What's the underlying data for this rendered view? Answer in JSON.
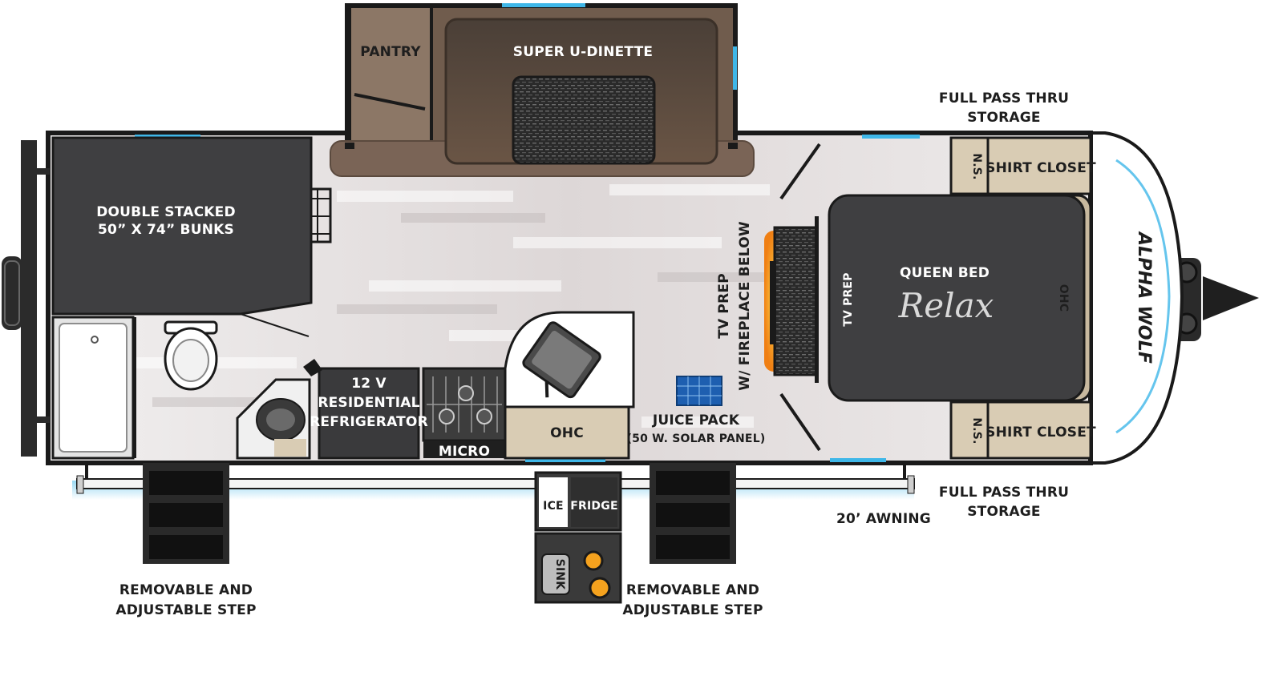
{
  "labels": {
    "pantry": "PANTRY",
    "dinette": "SUPER U-DINETTE",
    "bunks_line1": "DOUBLE STACKED",
    "bunks_line2": "50” X 74” BUNKS",
    "fridge_line1": "12 V",
    "fridge_line2": "RESIDENTIAL",
    "fridge_line3": "REFRIGERATOR",
    "micro": "MICRO",
    "ohc_kitchen": "OHC",
    "juice_pack": "JUICE PACK",
    "solar_panel": "(50 W. SOLAR PANEL)",
    "tv_prep_fireplace_line1": "TV PREP",
    "tv_prep_fireplace_line2": "W/ FIREPLACE BELOW",
    "tv_prep_bed": "TV PREP",
    "queen_bed": "QUEEN BED",
    "relax_logo": "Relax",
    "ohc_bed": "OHC",
    "ns_top": "N.S.",
    "ns_bottom": "N.S.",
    "shirt_closet_top": "SHIRT CLOSET",
    "shirt_closet_bottom": "SHIRT CLOSET",
    "storage_top_line1": "FULL PASS THRU",
    "storage_top_line2": "STORAGE",
    "storage_bottom_line1": "FULL PASS THRU",
    "storage_bottom_line2": "STORAGE",
    "awning": "20’ AWNING",
    "ice": "ICE",
    "outdoor_fridge": "FRIDGE",
    "sink": "SINK",
    "step_left_line1": "REMOVABLE AND",
    "step_left_line2": "ADJUSTABLE STEP",
    "step_right_line1": "REMOVABLE AND",
    "step_right_line2": "ADJUSTABLE STEP",
    "brand": "ALPHA WOLF"
  },
  "colors": {
    "wall": "#1a1a1a",
    "floor_light": "#e8e4e4",
    "cabinet": "#d9ccb4",
    "dark_furniture": "#3f3f41",
    "dinette_brown": "#6a5545",
    "pantry_tan": "#8c7766",
    "window_blue": "#3fb7e8",
    "fireplace_orange": "#f5a21e"
  }
}
